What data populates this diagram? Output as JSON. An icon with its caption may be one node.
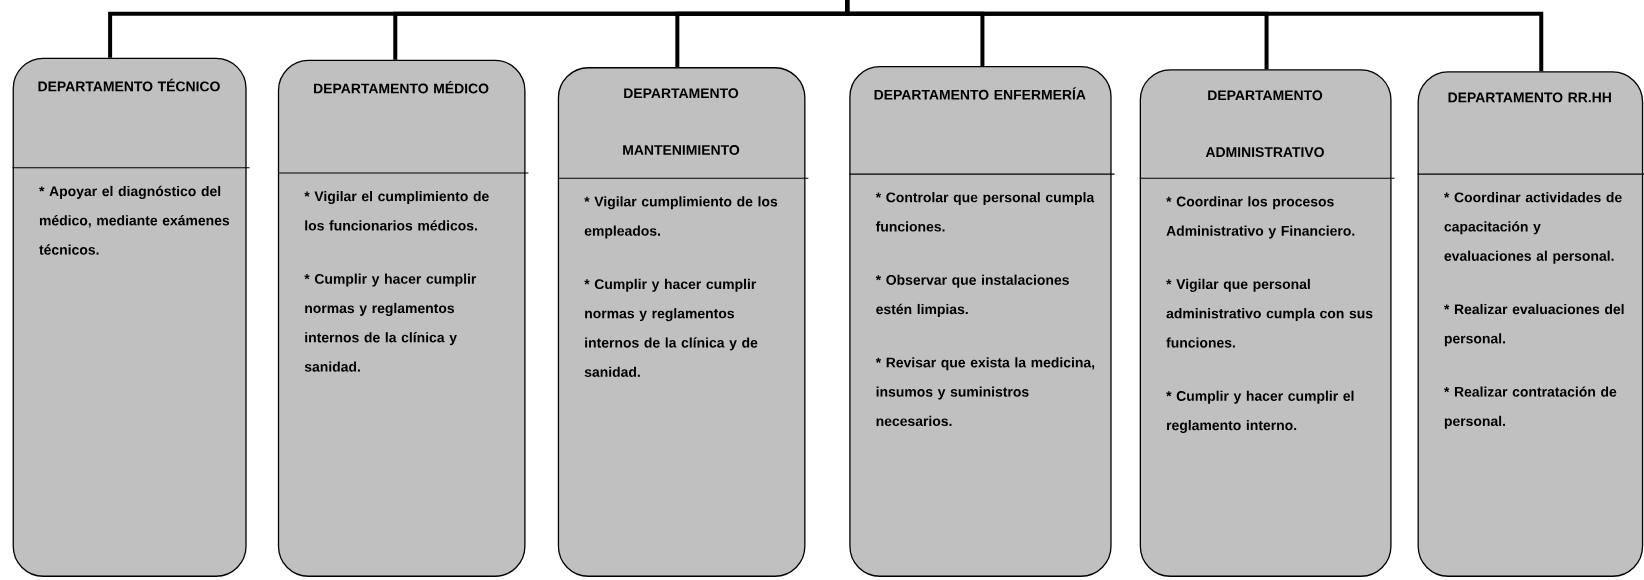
{
  "diagram": {
    "nodes": [
      {
        "text": [
          "DEPARTAMENTO TÉCNICO",
          "* Apoyar el diagnóstico del médico, mediante exámenes técnicos."
        ]
      },
      {
        "text": [
          "DEPARTAMENTO MÉDICO",
          "* Vigilar el cumplimiento de los funcionarios médicos.",
          "* Cumplir y hacer cumplir normas y reglamentos internos de la clínica y sanidad."
        ]
      },
      {
        "text": [
          "DEPARTAMENTO MANTENIMIENTO",
          "* Vigilar cumplimiento de los empleados.",
          "* Cumplir y hacer cumplir normas y reglamentos internos de la clínica y de sanidad."
        ]
      },
      {
        "text": [
          "DEPARTAMENTO ENFERMERÍA",
          "* Controlar que personal cumpla funciones.",
          "* Observar que instalaciones estén limpias.",
          "* Revisar que exista la medicina, insumos y suministros necesarios."
        ]
      },
      {
        "text": [
          "DEPARTAMENTO ADMINISTRATIVO",
          "* Coordinar los procesos Administrativo y Financiero.",
          "* Vigilar que personal administrativo cumpla con sus funciones.",
          "* Cumplir y hacer cumplir el reglamento interno."
        ]
      },
      {
        "text": [
          "DEPARTAMENTO RR.HH",
          "* Coordinar actividades de capacitación y evaluaciones al personal.",
          "* Realizar evaluaciones del personal.",
          "* Realizar contratación de personal."
        ]
      }
    ],
    "edges": [
      {
        "from": null,
        "to": 0,
        "arrow": "none"
      },
      {
        "from": null,
        "to": 1,
        "arrow": "none"
      },
      {
        "from": null,
        "to": 2,
        "arrow": "none"
      },
      {
        "from": null,
        "to": 3,
        "arrow": "none"
      },
      {
        "from": null,
        "to": 4,
        "arrow": "none"
      },
      {
        "from": null,
        "to": 5,
        "arrow": "none"
      }
    ]
  }
}
